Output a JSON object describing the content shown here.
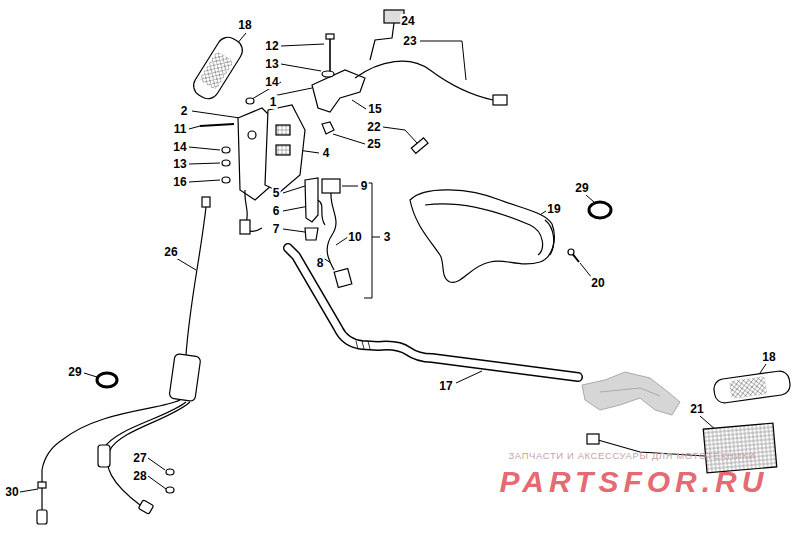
{
  "diagram": {
    "labels": [
      "18",
      "12",
      "13",
      "14",
      "24",
      "23",
      "1",
      "2",
      "11",
      "15",
      "14",
      "4",
      "22",
      "25",
      "13",
      "16",
      "9",
      "5",
      "6",
      "3",
      "7",
      "10",
      "8",
      "29",
      "19",
      "20",
      "26",
      "17",
      "18",
      "29",
      "21",
      "27",
      "28",
      "30",
      "ЗАПЧАСТИ И АКСЕССУАРЫ ДЛЯ МОТОТЕХНИКИ",
      "PARTSFOR.RU"
    ]
  }
}
